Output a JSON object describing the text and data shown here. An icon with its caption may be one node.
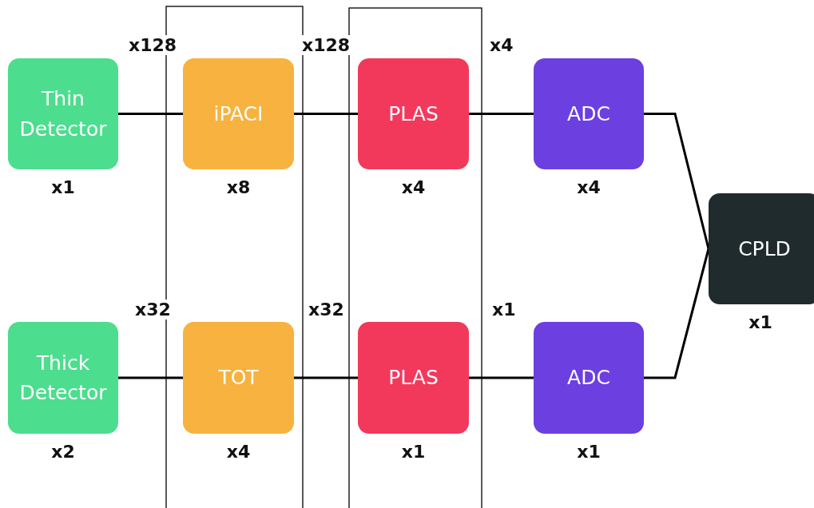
{
  "diagram": {
    "nodes": [
      {
        "text": [
          "Thin Detector"
        ],
        "beside": [
          "x1"
        ]
      },
      {
        "text": [
          "iPACI"
        ],
        "beside": [
          "x8"
        ]
      },
      {
        "text": [
          "PLAS"
        ],
        "beside": [
          "x4"
        ]
      },
      {
        "text": [
          "ADC"
        ],
        "beside": [
          "x4"
        ]
      },
      {
        "text": [
          "CPLD"
        ],
        "beside": [
          "x1"
        ]
      },
      {
        "text": [
          "Thick Detector"
        ],
        "beside": [
          "x2"
        ]
      },
      {
        "text": [
          "TOT"
        ],
        "beside": [
          "x4"
        ]
      },
      {
        "text": [
          "PLAS"
        ],
        "beside": [
          "x1"
        ]
      },
      {
        "text": [
          "ADC"
        ],
        "beside": [
          "x1"
        ]
      }
    ],
    "edges": [
      {
        "from": 0,
        "to": 1,
        "arrow": "none",
        "label": "x128"
      },
      {
        "from": 1,
        "to": 2,
        "arrow": "none",
        "label": "x128"
      },
      {
        "from": 2,
        "to": 3,
        "arrow": "none",
        "label": "x4"
      },
      {
        "from": 3,
        "to": 4,
        "arrow": "none"
      },
      {
        "from": 5,
        "to": 6,
        "arrow": "none",
        "label": "x32"
      },
      {
        "from": 6,
        "to": 7,
        "arrow": "none",
        "label": "x32"
      },
      {
        "from": 7,
        "to": 8,
        "arrow": "none",
        "label": "x1"
      },
      {
        "from": 8,
        "to": 4,
        "arrow": "none"
      }
    ]
  }
}
